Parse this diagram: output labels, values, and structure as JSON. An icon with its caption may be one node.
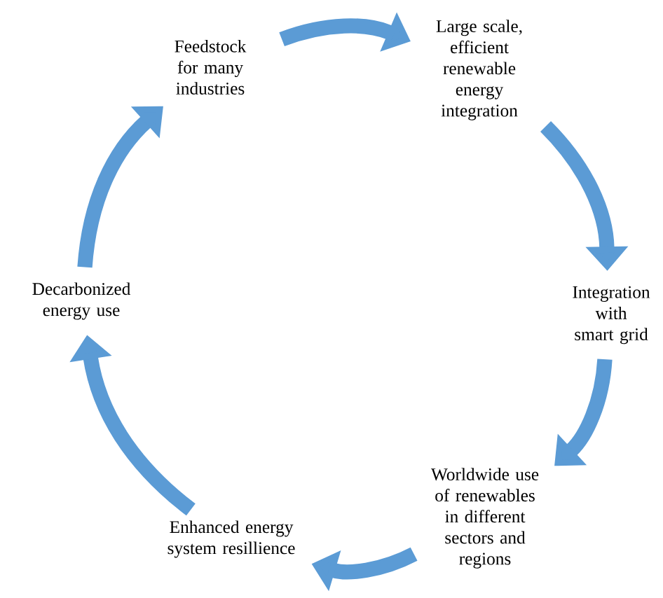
{
  "diagram": {
    "nodes": [
      {
        "text": [
          "Feedstock for many industries"
        ]
      },
      {
        "text": [
          "Large scale, efficient renewable energy integration"
        ]
      },
      {
        "text": [
          "Integration with smart grid"
        ]
      },
      {
        "text": [
          "Worldwide use of renewables in different sectors and regions"
        ]
      },
      {
        "text": [
          "Enhanced energy system resillience"
        ]
      },
      {
        "text": [
          "Decarbonized energy use"
        ]
      }
    ],
    "edges": [
      {
        "from": 0,
        "to": 1,
        "arrow": "to"
      },
      {
        "from": 1,
        "to": 2,
        "arrow": "to"
      },
      {
        "from": 2,
        "to": 3,
        "arrow": "to"
      },
      {
        "from": 3,
        "to": 4,
        "arrow": "to"
      },
      {
        "from": 4,
        "to": 5,
        "arrow": "to"
      },
      {
        "from": 5,
        "to": 0,
        "arrow": "to"
      }
    ]
  }
}
